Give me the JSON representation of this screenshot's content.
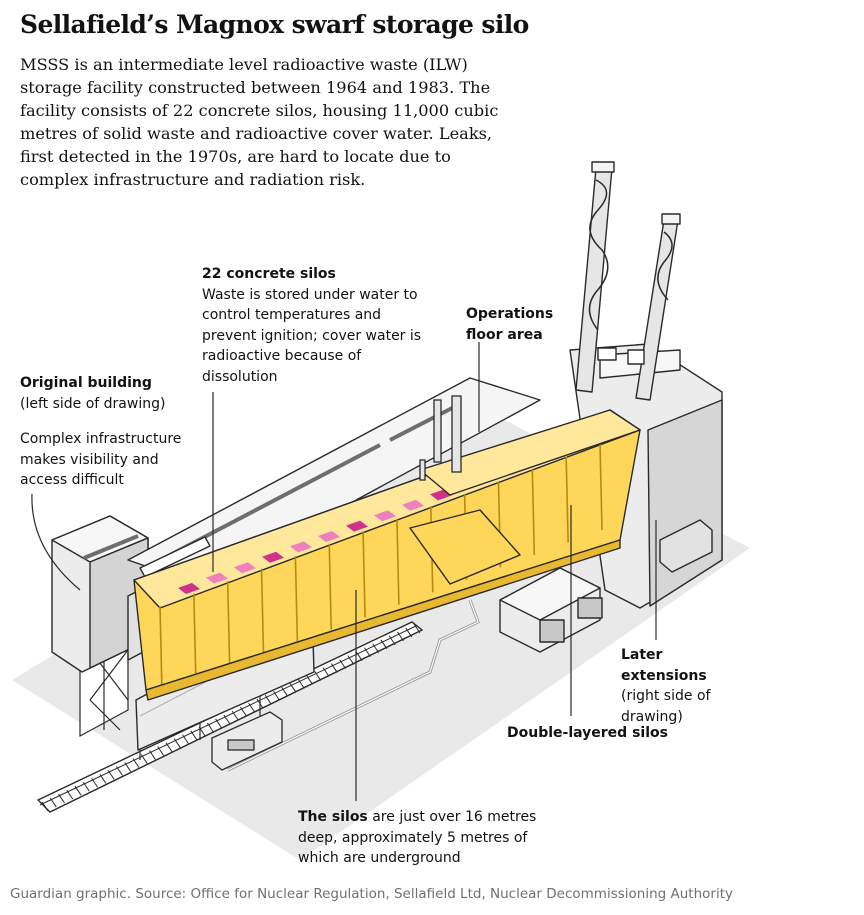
{
  "title": "Sellafield’s Magnox swarf storage silo",
  "intro": "MSSS is an intermediate level radioactive waste (ILW) storage facility constructed between 1964 and 1983. The facility consists of 22 concrete silos, housing 11,000 cubic metres of solid waste and radioactive cover water. Leaks, first detected in the 1970s, are hard to locate due to complex infrastructure and radiation risk.",
  "labels": {
    "concrete_silos": {
      "heading": "22 concrete silos",
      "body": "Waste is stored under water to control temperatures and prevent ignition; cover water is radioactive because of dissolution"
    },
    "operations_floor": {
      "heading": "Operations floor area"
    },
    "original_building": {
      "heading": "Original building",
      "sub": "(left side of drawing)",
      "body": "Complex infrastructure makes visibility and access difficult"
    },
    "later_extensions": {
      "heading": "Later extensions",
      "sub": "(right side of drawing)"
    },
    "double_layered": {
      "heading": "Double-layered silos"
    },
    "silo_depth": {
      "bold": "The silos",
      "rest": " are just over 16 metres deep, approximately 5 metres of which are underground"
    }
  },
  "source": "Guardian graphic. Source: Office for Nuclear Regulation, Sellafield Ltd, Nuclear Decommissioning Authority",
  "colors": {
    "silo_fill": "#fdd65a",
    "silo_top": "#ffe89c",
    "silo_dark": "#e8b930",
    "hatch": "#f07fbe",
    "hatch_dark": "#d1318a",
    "building": "#ececec",
    "building_dark": "#c9c9c9",
    "ground": "#e9e9e9",
    "outline": "#2a2a2a"
  }
}
